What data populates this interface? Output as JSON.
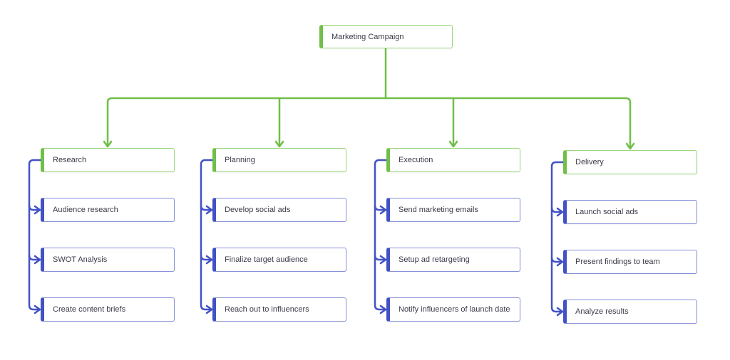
{
  "diagram": {
    "root": {
      "label": "Marketing Campaign"
    },
    "columns": [
      {
        "header": "Research",
        "children": [
          "Audience research",
          "SWOT Analysis",
          "Create content briefs"
        ]
      },
      {
        "header": "Planning",
        "children": [
          "Develop social ads",
          "Finalize target audience",
          "Reach out to influencers"
        ]
      },
      {
        "header": "Execution",
        "children": [
          "Send marketing emails",
          "Setup ad retargeting",
          "Notify influencers of launch date"
        ]
      },
      {
        "header": "Delivery",
        "children": [
          "Launch social ads",
          "Present findings to team",
          "Analyze results"
        ]
      }
    ],
    "colors": {
      "green_line": "#6FBF49",
      "green_border": "#9CD77D",
      "blue_line": "#4252C5",
      "blue_border": "#8690DA",
      "text": "#3A3A48",
      "background": "#FFFFFF"
    }
  }
}
